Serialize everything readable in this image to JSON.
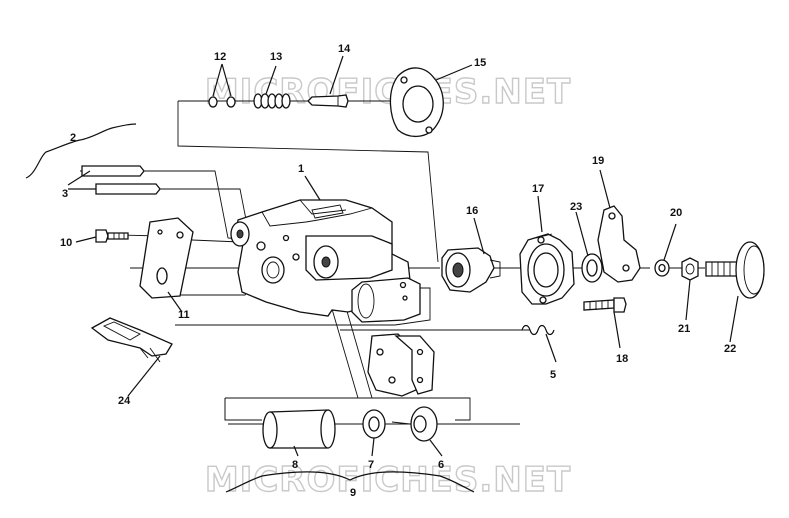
{
  "watermark": {
    "top": "MICROFICHES.NET",
    "bottom": "MICROFICHES.NET"
  },
  "callouts": {
    "c1": "1",
    "c2": "2",
    "c3": "3",
    "c5": "5",
    "c6": "6",
    "c7": "7",
    "c8": "8",
    "c9": "9",
    "c10": "10",
    "c11": "11",
    "c12": "12",
    "c13": "13",
    "c14": "14",
    "c15": "15",
    "c16": "16",
    "c17": "17",
    "c18": "18",
    "c19": "19",
    "c20": "20",
    "c21": "21",
    "c22": "22",
    "c23": "23",
    "c24": "24"
  }
}
